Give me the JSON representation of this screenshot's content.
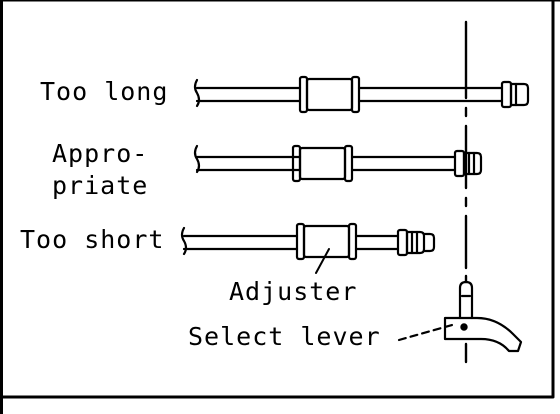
{
  "labels": {
    "too_long": "Too long",
    "appropriate_line1": "Appro-",
    "appropriate_line2": "priate",
    "too_short": "Too short",
    "adjuster": "Adjuster",
    "select_lever": "Select lever"
  },
  "colors": {
    "ink": "#000000",
    "paper": "#ffffff"
  }
}
